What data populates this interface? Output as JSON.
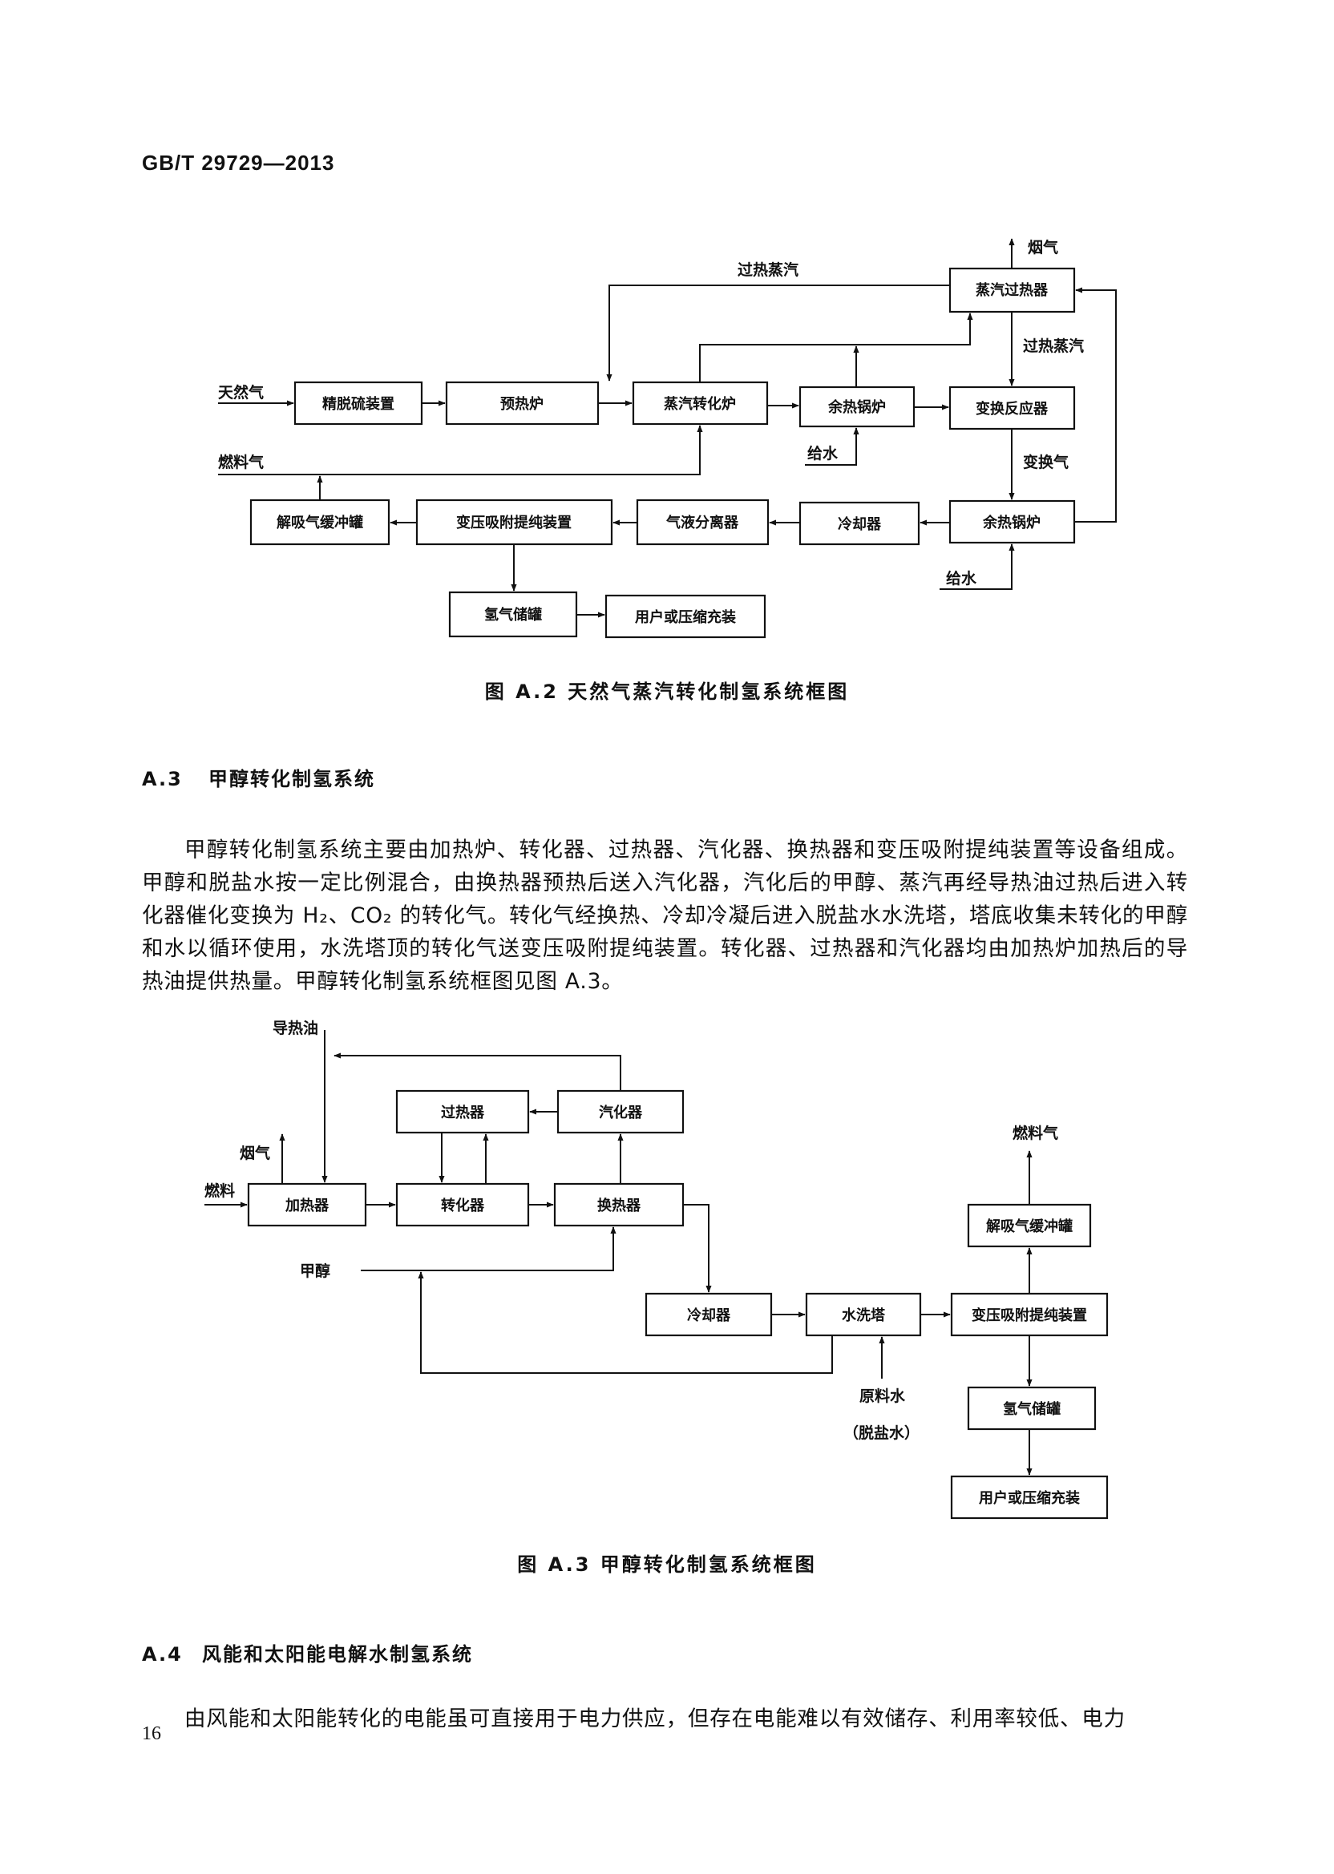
{
  "header": {
    "standard_code": "GB/T 29729—2013"
  },
  "figure_a2": {
    "caption": "图 A.2  天然气蒸汽转化制氢系统框图",
    "boxes": {
      "desulfurizer": "精脱硫装置",
      "preheater": "预热炉",
      "steam_reformer": "蒸汽转化炉",
      "waste_boiler_1": "余热锅炉",
      "shift_reactor": "变换反应器",
      "steam_superheater": "蒸汽过热器",
      "desorption_tank": "解吸气缓冲罐",
      "psa_unit": "变压吸附提纯装置",
      "separator": "气液分离器",
      "cooler": "冷却器",
      "waste_boiler_2": "余热锅炉",
      "h2_tank": "氢气储罐",
      "user": "用户或压缩充装"
    },
    "labels": {
      "natural_gas": "天然气",
      "fuel_gas": "燃料气",
      "superheated_steam_top": "过热蒸汽",
      "flue_gas": "烟气",
      "superheated_steam_right": "过热蒸汽",
      "shifted_gas": "变换气",
      "feed_water_1": "给水",
      "feed_water_2": "给水"
    }
  },
  "section_a3": {
    "number": "A.3",
    "title": "甲醇转化制氢系统",
    "paragraph": "甲醇转化制氢系统主要由加热炉、转化器、过热器、汽化器、换热器和变压吸附提纯装置等设备组成。甲醇和脱盐水按一定比例混合，由换热器预热后送入汽化器，汽化后的甲醇、蒸汽再经导热油过热后进入转化器催化变换为 H₂、CO₂ 的转化气。转化气经换热、冷却冷凝后进入脱盐水水洗塔，塔底收集未转化的甲醇和水以循环使用，水洗塔顶的转化气送变压吸附提纯装置。转化器、过热器和汽化器均由加热炉加热后的导热油提供热量。甲醇转化制氢系统框图见图 A.3。"
  },
  "figure_a3": {
    "caption": "图 A.3  甲醇转化制氢系统框图",
    "boxes": {
      "superheater": "过热器",
      "vaporizer": "汽化器",
      "heater": "加热器",
      "converter": "转化器",
      "heat_exchanger": "换热器",
      "cooler": "冷却器",
      "washing_tower": "水洗塔",
      "psa_unit": "变压吸附提纯装置",
      "desorption_tank": "解吸气缓冲罐",
      "h2_tank": "氢气储罐",
      "user": "用户或压缩充装"
    },
    "labels": {
      "heat_oil": "导热油",
      "flue_gas": "烟气",
      "fuel": "燃料",
      "methanol": "甲醇",
      "fuel_gas": "燃料气",
      "raw_water": "原料水",
      "desalted_water": "（脱盐水）"
    }
  },
  "section_a4": {
    "number": "A.4",
    "title": "风能和太阳能电解水制氢系统",
    "paragraph": "由风能和太阳能转化的电能虽可直接用于电力供应，但存在电能难以有效储存、利用率较低、电力"
  },
  "footer": {
    "page_number": "16"
  }
}
